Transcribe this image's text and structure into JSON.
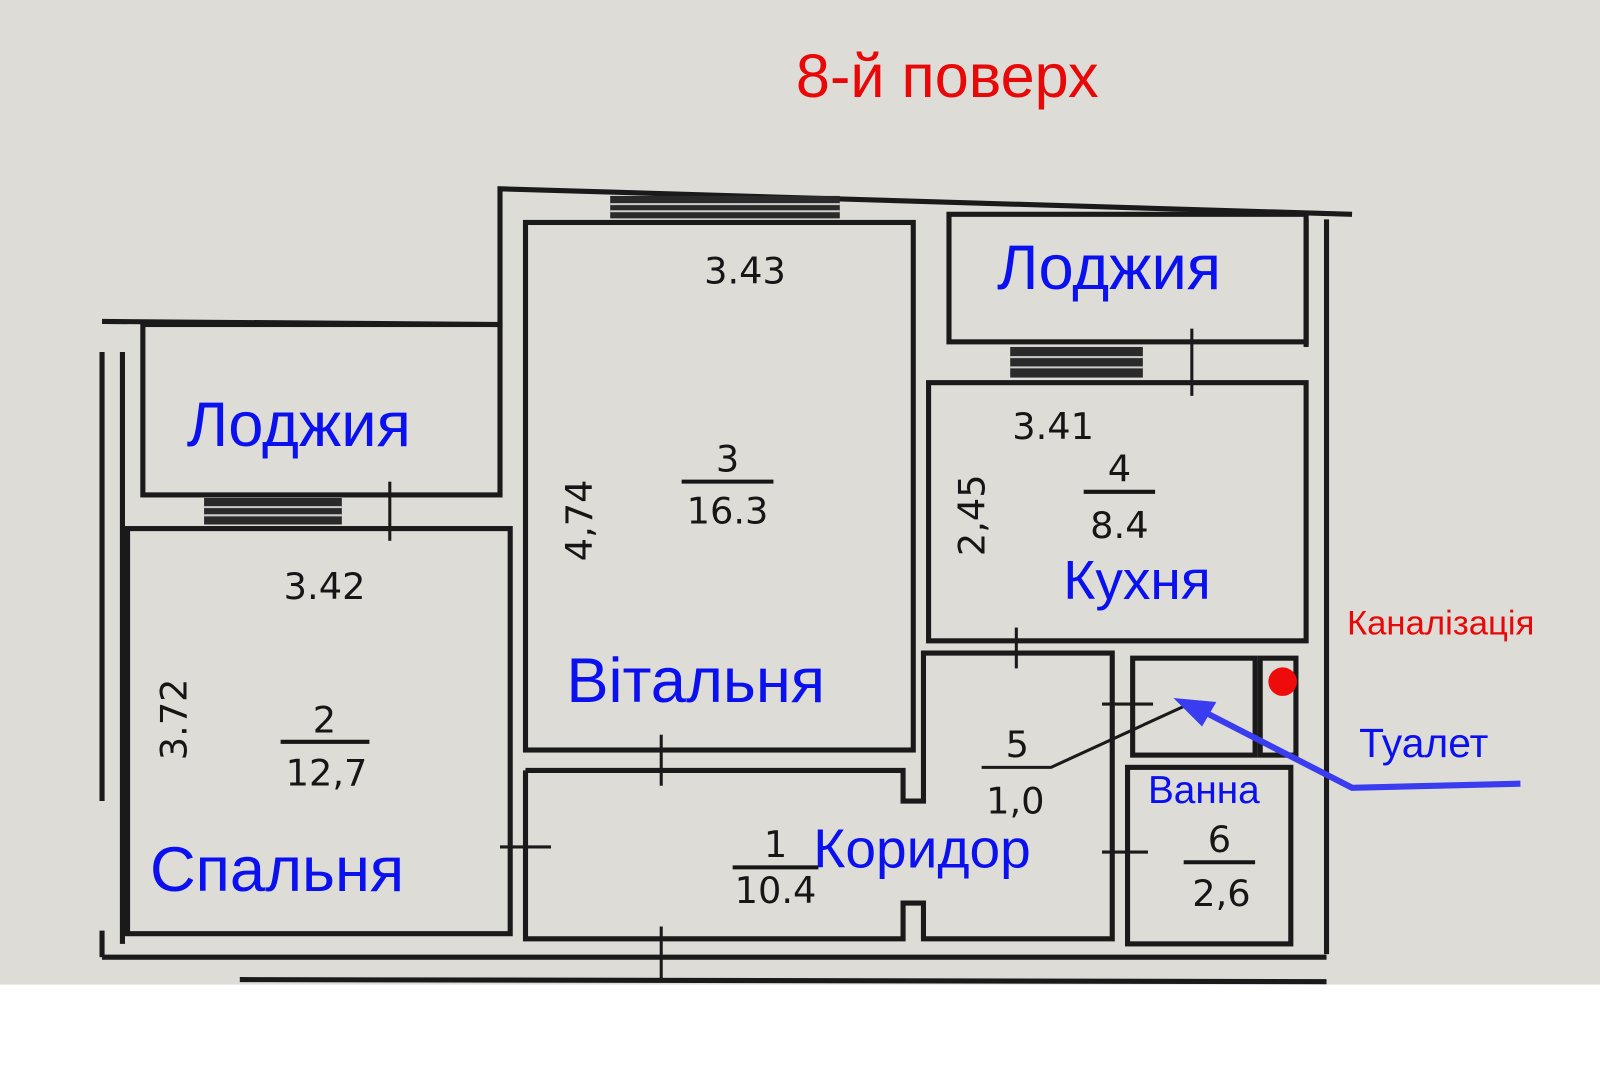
{
  "title": "8-й поверх",
  "colors": {
    "label": "#0a10ee",
    "title": "#e80808",
    "paper": "#dddcd7",
    "arrow": "#3a3cf0",
    "sewer_dot": "#ee0b0b"
  },
  "labels": {
    "loggia_left": "Лоджия",
    "loggia_right": "Лоджия",
    "living": "Вітальня",
    "kitchen": "Кухня",
    "bedroom": "Спальня",
    "corridor": "Коридор",
    "bath": "Ванна",
    "toilet": "Туалет",
    "sewer": "Каналізація"
  },
  "rooms": [
    {
      "number": "1",
      "area": "10.4"
    },
    {
      "number": "2",
      "area": "12,7",
      "width": "3.42",
      "length": "3.72"
    },
    {
      "number": "3",
      "area": "16.3",
      "width": "3.43",
      "length": "4,74"
    },
    {
      "number": "4",
      "area": "8.4",
      "width": "3.41",
      "length": "2,45"
    },
    {
      "number": "5",
      "area": "1,0"
    },
    {
      "number": "6",
      "area": "2,6"
    }
  ]
}
